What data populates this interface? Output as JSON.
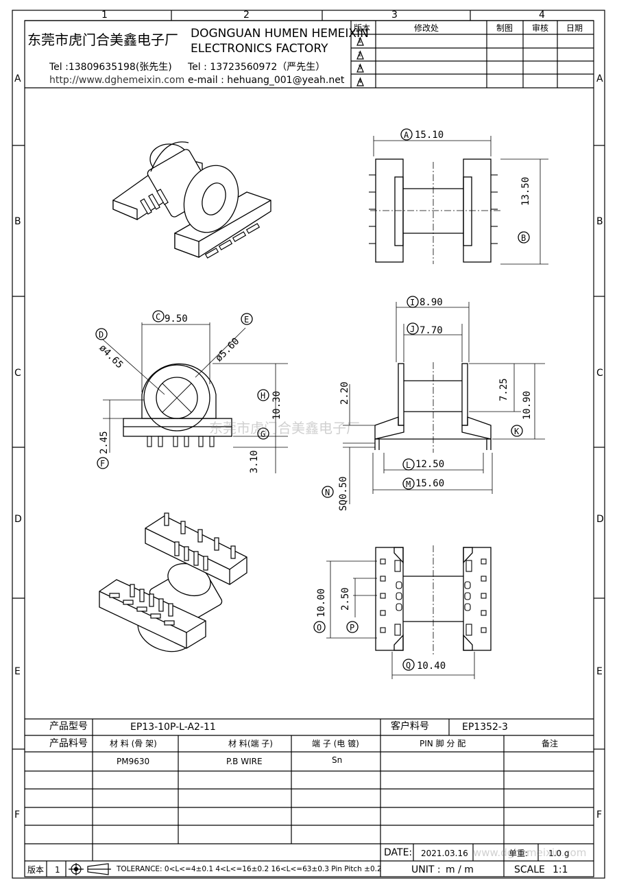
{
  "grid": {
    "cols": [
      "1",
      "2",
      "3",
      "4"
    ],
    "rows": [
      "A",
      "B",
      "C",
      "D",
      "E",
      "F"
    ]
  },
  "company": {
    "name_cn": "东莞市虎门合美鑫电子厂",
    "name_en_1": "DOGNGUAN HUMEN HEMEIXIN",
    "name_en_2": "ELECTRONICS FACTORY",
    "tel1": "Tel :13809635198(张先生)",
    "tel2": "Tel : 13723560972（严先生）",
    "web": "http://www.dghemeixin.com",
    "email": "e-mail : hehuang_001@yeah.net"
  },
  "revision": {
    "headers": [
      "版本",
      "修改处",
      "制图",
      "审核",
      "日期"
    ],
    "marks": [
      "1",
      "2",
      "3",
      "4"
    ]
  },
  "dims": {
    "A": {
      "tag": "A",
      "val": "15.10"
    },
    "B": {
      "tag": "B",
      "val": "13.50"
    },
    "C": {
      "tag": "C",
      "val": "9.50"
    },
    "D": {
      "tag": "D",
      "val": "ø4.65"
    },
    "E": {
      "tag": "E",
      "val": "ø5.60"
    },
    "F": {
      "tag": "F",
      "val": "2.45"
    },
    "G": {
      "tag": "G",
      "val": "3.10"
    },
    "H": {
      "tag": "H",
      "val": "10.30"
    },
    "I": {
      "tag": "I",
      "val": "8.90"
    },
    "J": {
      "tag": "J",
      "val": "7.70"
    },
    "K": {
      "tag": "K",
      "val": "10.90"
    },
    "K2": {
      "val": "7.25"
    },
    "L": {
      "tag": "L",
      "val": "12.50"
    },
    "M": {
      "tag": "M",
      "val": "15.60"
    },
    "N": {
      "tag": "N",
      "val": "SQ0.50"
    },
    "N2": {
      "val": "2.20"
    },
    "O": {
      "tag": "O",
      "val": "10.00"
    },
    "P": {
      "tag": "P",
      "val": "2.50"
    },
    "Q": {
      "tag": "Q",
      "val": "10.40"
    }
  },
  "watermark": {
    "center": "东莞市虎门合美鑫电子厂",
    "footer": "www.dghemeixin.com"
  },
  "title_block": {
    "product_model_label": "产品型号",
    "product_model": "EP13-10P-L-A2-11",
    "customer_code_label": "客户料号",
    "customer_code": "EP1352-3",
    "product_code_label": "产品料号",
    "col_material_frame": "材 料 (骨 架)",
    "col_material_pin": "材 料(端 子)",
    "col_plating": "端 子 (电 镀)",
    "col_pin": "PIN 脚 分 配",
    "col_remark": "备注",
    "material_frame": "PM9630",
    "material_pin": "P.B WIRE",
    "plating": "Sn",
    "date_label": "DATE:",
    "date": "2021.03.16",
    "weight_label": "单重:",
    "weight": "1.0 g",
    "unit_label": "UNIT :",
    "unit": "m / m",
    "scale_label": "SCALE",
    "scale": "1:1",
    "version_label": "版本",
    "version": "1",
    "tolerance": "TOLERANCE:  0<L<=4±0.1  4<L<=16±0.2  16<L<=63±0.3  Pin Pitch  ±0.2"
  }
}
